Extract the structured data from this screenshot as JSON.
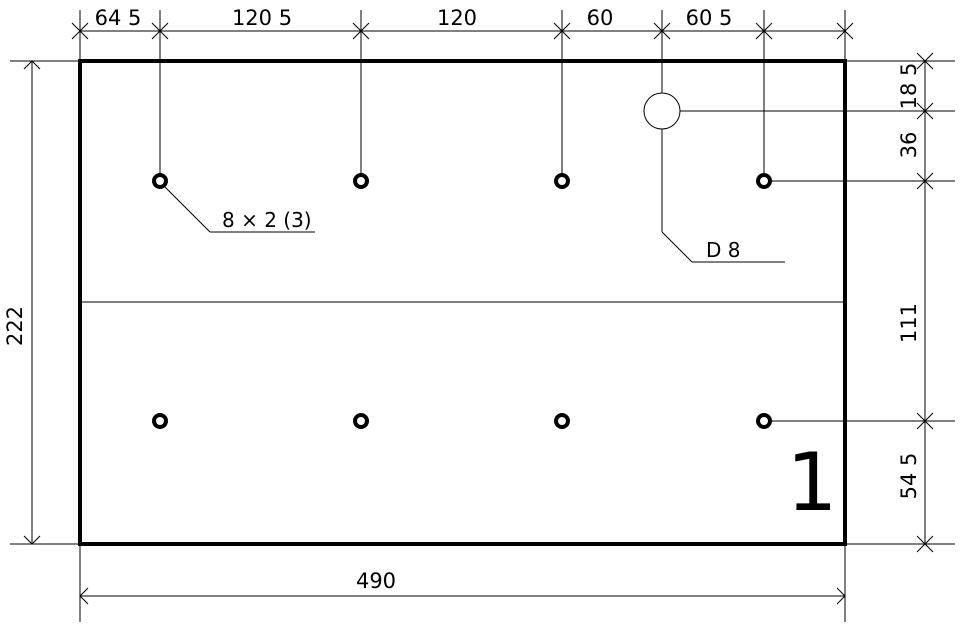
{
  "drawing": {
    "top_dims": [
      "64 5",
      "120 5",
      "120",
      "60",
      "60 5"
    ],
    "right_dims": [
      "18 5",
      "36",
      "111",
      "54 5"
    ],
    "left_dim": "222",
    "bottom_dim": "490",
    "hole_callout": "8 × 2 (3)",
    "large_hole_callout": "D 8",
    "part_mark": "1"
  }
}
